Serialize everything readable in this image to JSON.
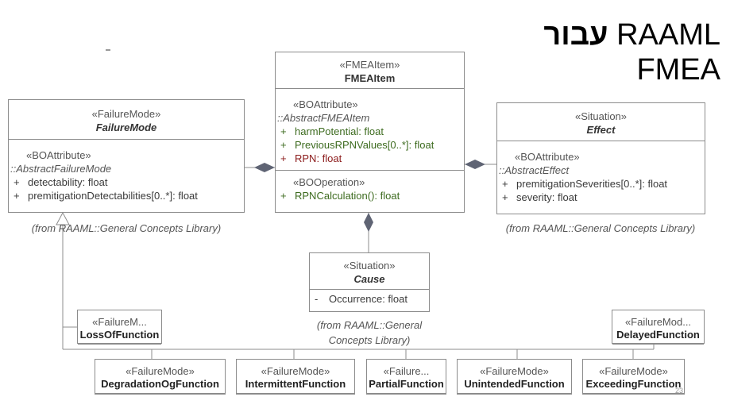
{
  "title": {
    "hebrew": "עבור",
    "line1": "RAAML",
    "line2": "FMEA"
  },
  "fmea_item": {
    "stereotype": "«FMEAItem»",
    "name": "FMEAItem",
    "attr_section": "«BOAttribute»",
    "abstract_parent": "::AbstractFMEAItem",
    "attributes": [
      {
        "vis": "+",
        "text": "harmPotential: float"
      },
      {
        "vis": "+",
        "text": "PreviousRPNValues[0..*]: float"
      },
      {
        "vis": "+",
        "text": "RPN: float"
      }
    ],
    "op_section": "«BOOperation»",
    "operations": [
      {
        "vis": "+",
        "text": "RPNCalculation(): float"
      }
    ]
  },
  "failure_mode": {
    "stereotype": "«FailureMode»",
    "name": "FailureMode",
    "attr_section": "«BOAttribute»",
    "abstract_parent": "::AbstractFailureMode",
    "attributes": [
      {
        "vis": "+",
        "text": "detectability: float"
      },
      {
        "vis": "+",
        "text": "premitigationDetectabilities[0..*]: float"
      }
    ],
    "library": "(from RAAML::General Concepts Library)"
  },
  "effect": {
    "stereotype": "«Situation»",
    "name": "Effect",
    "attr_section": "«BOAttribute»",
    "abstract_parent": "::AbstractEffect",
    "attributes": [
      {
        "vis": "+",
        "text": "premitigationSeverities[0..*]: float"
      },
      {
        "vis": "+",
        "text": "severity: float"
      }
    ],
    "library": "(from RAAML::General Concepts Library)"
  },
  "cause": {
    "stereotype": "«Situation»",
    "name": "Cause",
    "attributes": [
      {
        "vis": "-",
        "text": "Occurrence: float"
      }
    ],
    "library_line1": "(from RAAML::General",
    "library_line2": "Concepts Library)"
  },
  "subtypes": {
    "loss": {
      "stereotype": "«FailureM...",
      "name": "LossOfFunction"
    },
    "delayed": {
      "stereotype": "«FailureMod...",
      "name": "DelayedFunction"
    },
    "degradation": {
      "stereotype": "«FailureMode»",
      "name": "DegradationOgFunction"
    },
    "intermittent": {
      "stereotype": "«FailureMode»",
      "name": "IntermittentFunction"
    },
    "partial": {
      "stereotype": "«Failure...",
      "name": "PartialFunction"
    },
    "unintended": {
      "stereotype": "«FailureMode»",
      "name": "UnintendedFunction"
    },
    "exceeding": {
      "stereotype": "«FailureMode»",
      "name": "ExceedingFunction"
    }
  },
  "page_number": "23"
}
